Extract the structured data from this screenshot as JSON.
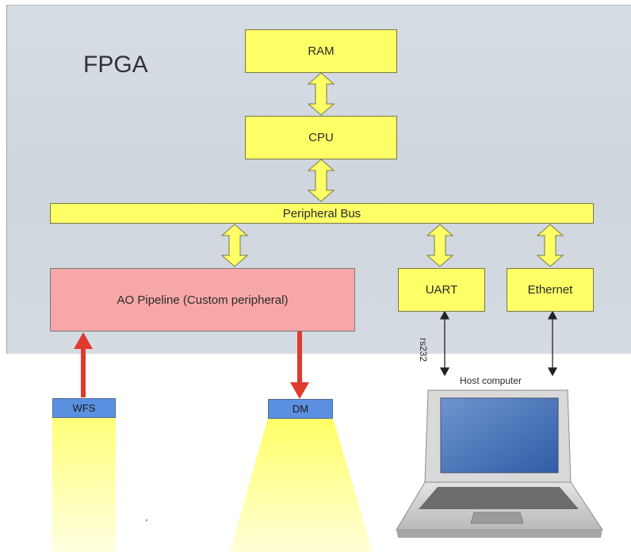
{
  "fpga": {
    "title": "FPGA"
  },
  "blocks": {
    "ram": "RAM",
    "cpu": "CPU",
    "bus": "Peripheral Bus",
    "ao_pipeline": "AO Pipeline (Custom peripheral)",
    "uart": "UART",
    "ethernet": "Ethernet"
  },
  "external": {
    "wfs": "WFS",
    "dm": "DM",
    "host": "Host computer",
    "rs232": "rs232"
  },
  "colors": {
    "fpga_bg": "#d3d9e0",
    "block_yellow": "#ffff66",
    "pipeline_red": "#f7a7a7",
    "arrow_red": "#e03a2f",
    "sensor_blue": "#5b8fe0"
  }
}
